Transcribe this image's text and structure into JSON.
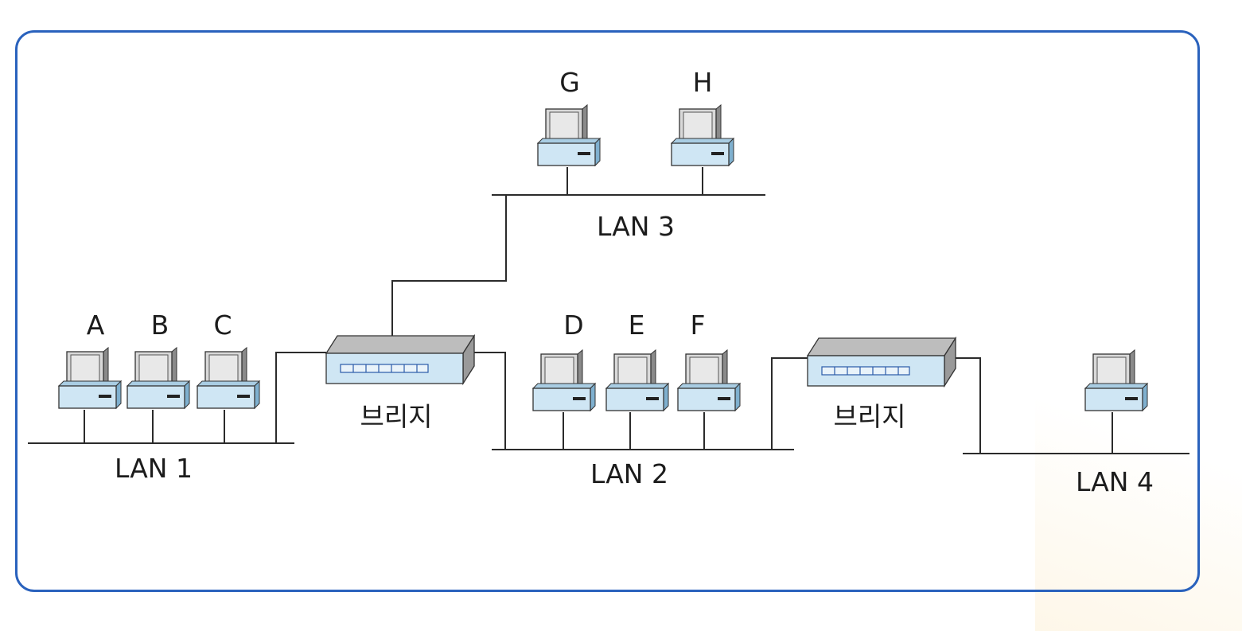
{
  "colors": {
    "frame_border": "#2a62bd",
    "computer_body": "#cfe6f4",
    "computer_monitor_screen": "#e6e6e6",
    "bridge_top": "#bdbdbd",
    "bridge_front": "#cfe6f4",
    "bridge_side": "#9a9a9a",
    "line": "#2b2b2b"
  },
  "icons": {
    "computer": "desktop-computer-icon",
    "bridge": "network-bridge-device-icon"
  },
  "lans": [
    {
      "id": "lan1",
      "label": "LAN 1"
    },
    {
      "id": "lan2",
      "label": "LAN 2"
    },
    {
      "id": "lan3",
      "label": "LAN 3"
    },
    {
      "id": "lan4",
      "label": "LAN 4"
    }
  ],
  "computers": [
    {
      "id": "A",
      "label": "A",
      "lan": "lan1"
    },
    {
      "id": "B",
      "label": "B",
      "lan": "lan1"
    },
    {
      "id": "C",
      "label": "C",
      "lan": "lan1"
    },
    {
      "id": "D",
      "label": "D",
      "lan": "lan2"
    },
    {
      "id": "E",
      "label": "E",
      "lan": "lan2"
    },
    {
      "id": "F",
      "label": "F",
      "lan": "lan2"
    },
    {
      "id": "G",
      "label": "G",
      "lan": "lan3"
    },
    {
      "id": "H",
      "label": "H",
      "lan": "lan3"
    },
    {
      "id": "lan4-host",
      "label": "",
      "lan": "lan4"
    }
  ],
  "bridges": [
    {
      "id": "bridge1",
      "label": "브리지",
      "connects": [
        "lan1",
        "lan2",
        "lan3"
      ]
    },
    {
      "id": "bridge2",
      "label": "브리지",
      "connects": [
        "lan2",
        "lan4"
      ]
    }
  ]
}
